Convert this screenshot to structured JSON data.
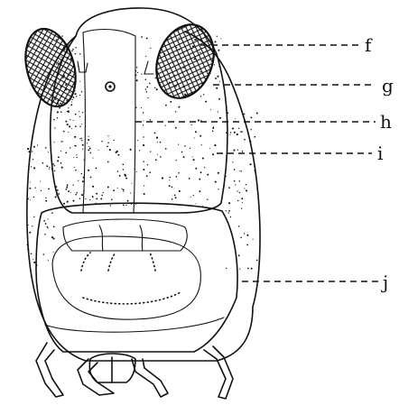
{
  "labels": {
    "f": "f",
    "g": "g",
    "h": "h",
    "i": "i",
    "j": "j"
  },
  "colors": {
    "ink": "#111111",
    "paper": "#ffffff"
  }
}
